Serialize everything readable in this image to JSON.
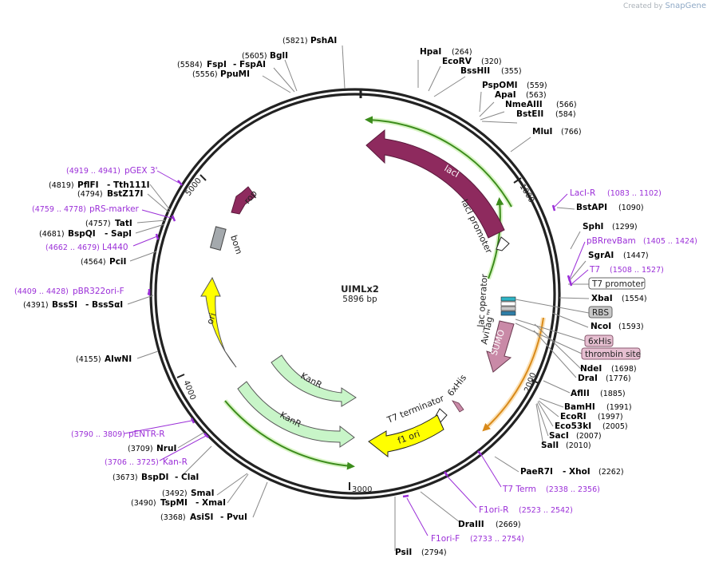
{
  "credit": {
    "prefix": "Created by",
    "brand": "SnapGene"
  },
  "plasmid": {
    "name": "UIMLx2",
    "length_label": "5896 bp",
    "total_bp": 5896
  },
  "ticks": [
    "1000",
    "2000",
    "3000",
    "4000",
    "5000"
  ],
  "features": [
    {
      "label": "lacI",
      "kind": "cds"
    },
    {
      "label": "lacI promoter",
      "kind": "promoter"
    },
    {
      "label": "lac operator",
      "kind": "misc"
    },
    {
      "label": "AviTag™",
      "kind": "tag"
    },
    {
      "label": "SUMO",
      "kind": "cds"
    },
    {
      "label": "6xHis",
      "kind": "tag"
    },
    {
      "label": "T7 terminator",
      "kind": "terminator"
    },
    {
      "label": "f1 ori",
      "kind": "origin"
    },
    {
      "label": "KanR",
      "kind": "cds"
    },
    {
      "label": "KanR",
      "kind": "cds"
    },
    {
      "label": "ori",
      "kind": "origin"
    },
    {
      "label": "bom",
      "kind": "misc"
    },
    {
      "label": "rop",
      "kind": "cds"
    }
  ],
  "sites": [
    {
      "name": "PshAI",
      "pos": "(5821)"
    },
    {
      "name": "BglI",
      "pos": "(5605)"
    },
    {
      "name": "FspI",
      "alt": "- FspAI",
      "pos": "(5584)"
    },
    {
      "name": "PpuMI",
      "pos": "(5556)"
    },
    {
      "name": "HpaI",
      "pos": "(264)"
    },
    {
      "name": "EcoRV",
      "pos": "(320)"
    },
    {
      "name": "BssHII",
      "pos": "(355)"
    },
    {
      "name": "PspOMI",
      "pos": "(559)"
    },
    {
      "name": "ApaI",
      "pos": "(563)"
    },
    {
      "name": "NmeAIII",
      "pos": "(566)"
    },
    {
      "name": "BstEII",
      "pos": "(584)"
    },
    {
      "name": "MluI",
      "pos": "(766)"
    },
    {
      "name": "BstAPI",
      "pos": "(1090)"
    },
    {
      "name": "SphI",
      "pos": "(1299)"
    },
    {
      "name": "SgrAI",
      "pos": "(1447)"
    },
    {
      "name": "XbaI",
      "pos": "(1554)"
    },
    {
      "name": "NcoI",
      "pos": "(1593)"
    },
    {
      "name": "NdeI",
      "pos": "(1698)"
    },
    {
      "name": "DraI",
      "pos": "(1776)"
    },
    {
      "name": "AflII",
      "pos": "(1885)"
    },
    {
      "name": "BamHI",
      "pos": "(1991)"
    },
    {
      "name": "EcoRI",
      "pos": "(1997)"
    },
    {
      "name": "Eco53kI",
      "pos": "(2005)"
    },
    {
      "name": "SacI",
      "pos": "(2007)"
    },
    {
      "name": "SalI",
      "pos": "(2010)"
    },
    {
      "name": "PaeR7I",
      "alt": "- XhoI",
      "pos": "(2262)"
    },
    {
      "name": "DraIII",
      "pos": "(2669)"
    },
    {
      "name": "PsiI",
      "pos": "(2794)"
    },
    {
      "name": "AsiSI",
      "alt": "- PvuI",
      "pos": "(3368)"
    },
    {
      "name": "TspMI",
      "alt": "- XmaI",
      "pos": "(3490)"
    },
    {
      "name": "SmaI",
      "pos": "(3492)"
    },
    {
      "name": "BspDI",
      "alt": "- ClaI",
      "pos": "(3673)"
    },
    {
      "name": "NruI",
      "pos": "(3709)"
    },
    {
      "name": "AlwNI",
      "pos": "(4155)"
    },
    {
      "name": "BssSI",
      "alt": "- BssSαI",
      "pos": "(4391)"
    },
    {
      "name": "PciI",
      "pos": "(4564)"
    },
    {
      "name": "BspQI",
      "alt": "- SapI",
      "pos": "(4681)"
    },
    {
      "name": "TatI",
      "pos": "(4757)"
    },
    {
      "name": "BstZ17I",
      "pos": "(4794)"
    },
    {
      "name": "PflFI",
      "alt": "- Tth111I",
      "pos": "(4819)"
    }
  ],
  "primers": [
    {
      "name": "LacI-R",
      "range": "(1083 .. 1102)"
    },
    {
      "name": "pBRrevBam",
      "range": "(1405 .. 1424)"
    },
    {
      "name": "T7",
      "range": "(1508 .. 1527)"
    },
    {
      "name": "T7 Term",
      "range": "(2338 .. 2356)"
    },
    {
      "name": "F1ori-R",
      "range": "(2523 .. 2542)"
    },
    {
      "name": "F1ori-F",
      "range": "(2733 .. 2754)"
    },
    {
      "name": "pENTR-R",
      "range": "(3790 .. 3809)"
    },
    {
      "name": "Kan-R",
      "range": "(3706 .. 3725)"
    },
    {
      "name": "pBR322ori-F",
      "range": "(4409 .. 4428)"
    },
    {
      "name": "L4440",
      "range": "(4662 .. 4679)"
    },
    {
      "name": "pRS-marker",
      "range": "(4759 .. 4778)"
    },
    {
      "name": "pGEX 3'",
      "range": "(4919 .. 4941)"
    }
  ],
  "boxed_features": [
    {
      "name": "T7 promoter",
      "color": "#ffffff"
    },
    {
      "name": "RBS",
      "color": "#c8c8c8"
    },
    {
      "name": "6xHis",
      "color": "#e6bfd1"
    },
    {
      "name": "thrombin site",
      "color": "#e6bfd1"
    }
  ],
  "colors": {
    "backbone": "#222222",
    "lacI": "#8e2a5e",
    "sumo": "#c98aa7",
    "kanR": "#c8f5c8",
    "ori": "#ffff00",
    "bom": "#a4a9ad",
    "primer": "#9b2fd8",
    "site": "#000000",
    "green_arrow": "#3c8c1c",
    "orange_arrow": "#d98a1a"
  }
}
